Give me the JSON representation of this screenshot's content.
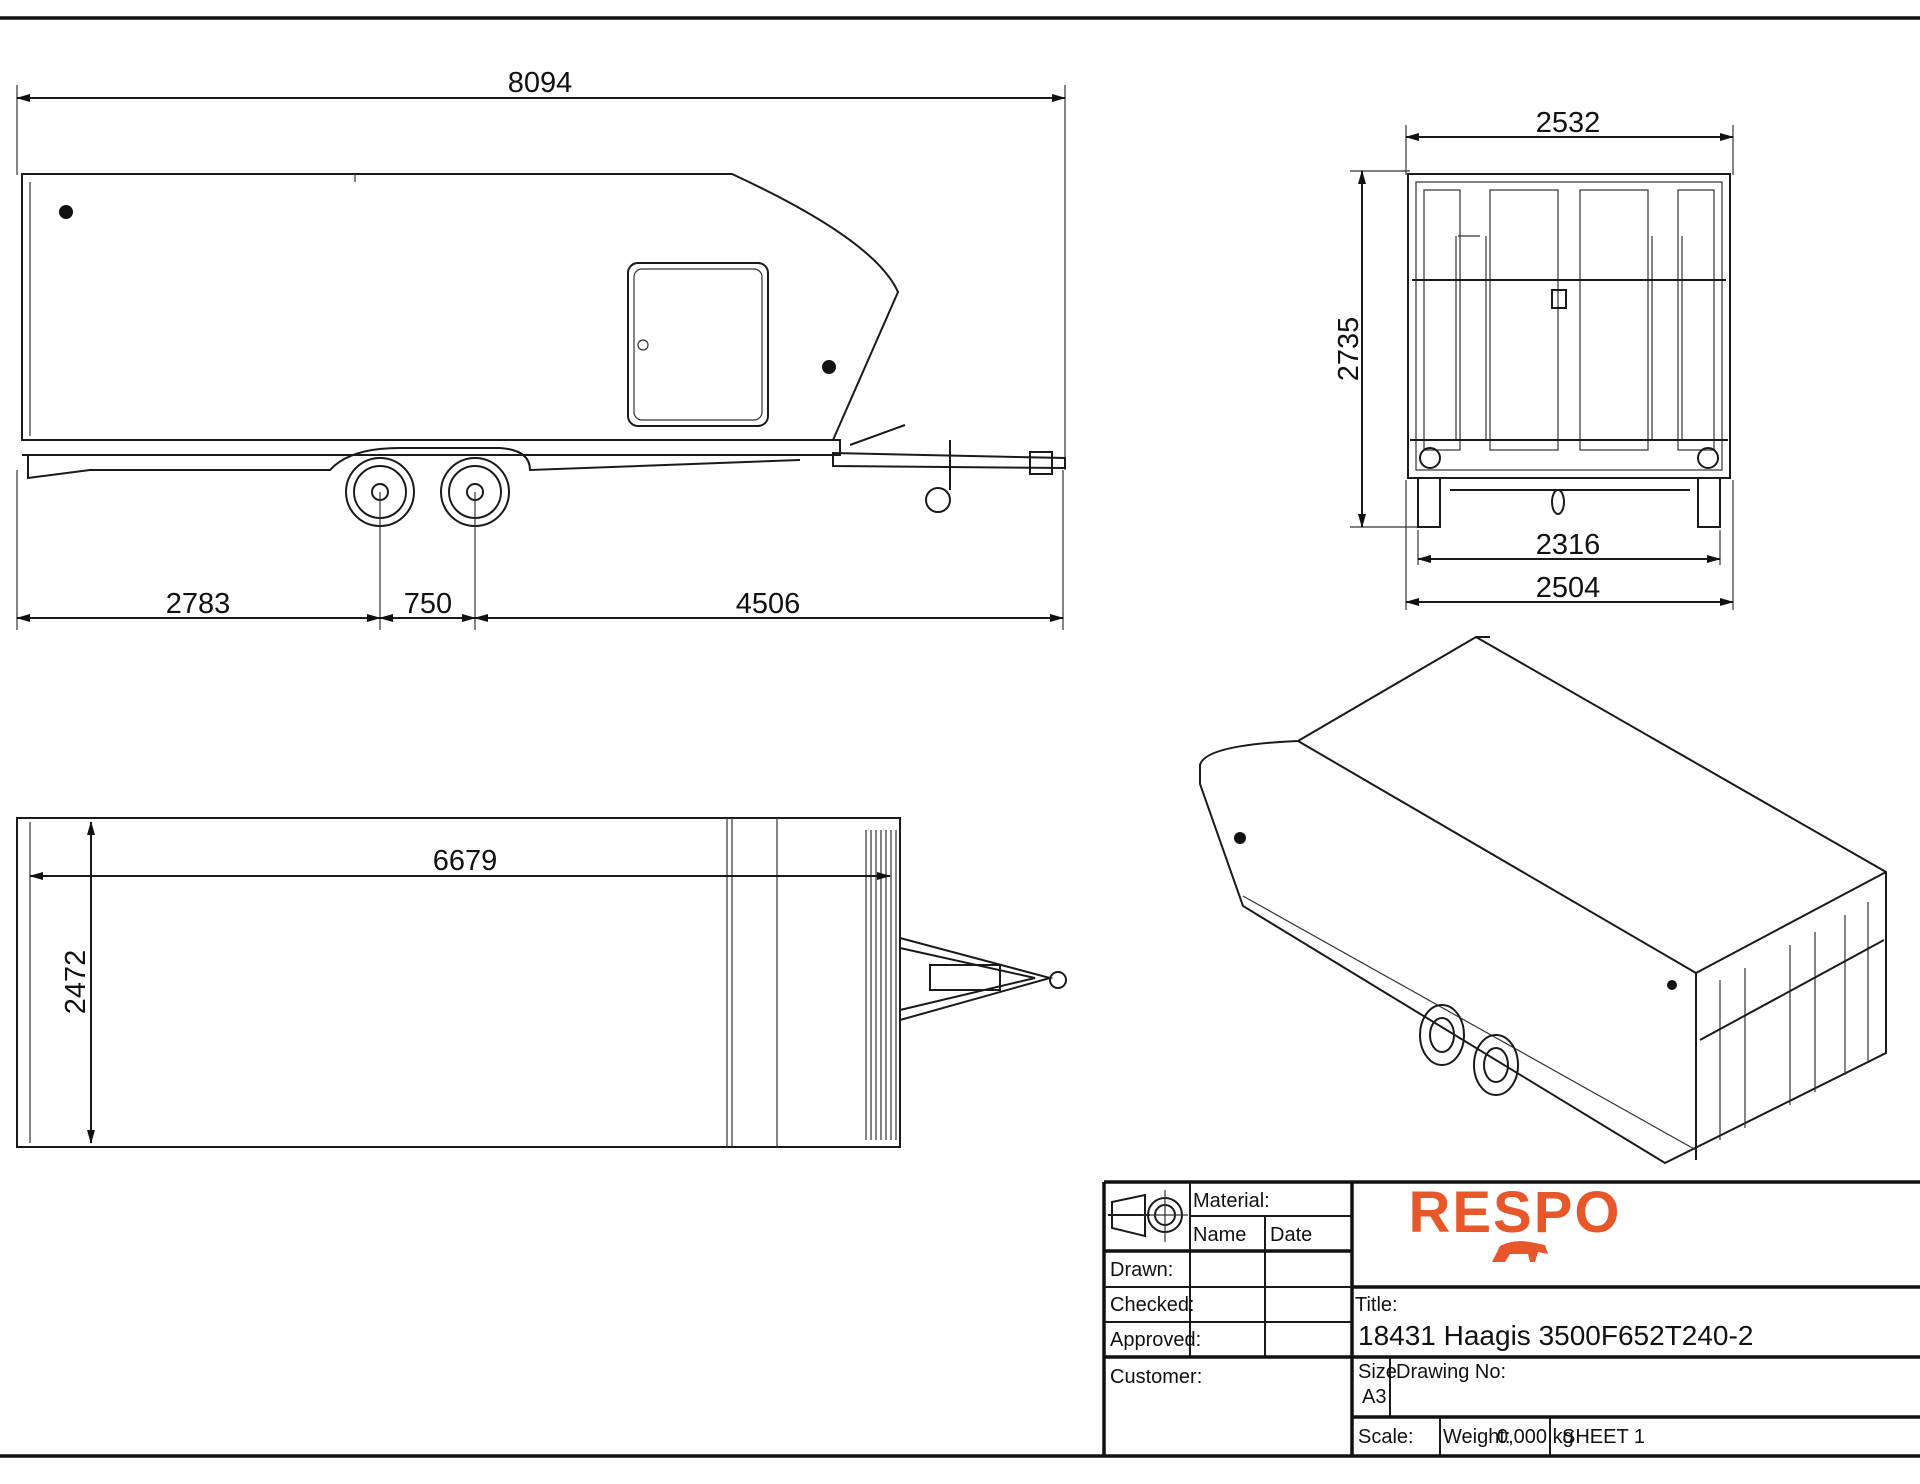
{
  "dimensions": {
    "side_overall_length": "8094",
    "side_rear_to_axle": "2783",
    "side_axle_spacing": "750",
    "side_axle_to_coupling": "4506",
    "front_overall_width": "2532",
    "front_height": "2735",
    "front_track": "2316",
    "front_width_base": "2504",
    "top_body_length": "6679",
    "top_body_width": "2472"
  },
  "title_block": {
    "material_label": "Material:",
    "name_label": "Name",
    "date_label": "Date",
    "drawn_label": "Drawn:",
    "checked_label": "Checked:",
    "approved_label": "Approved:",
    "customer_label": "Customer:",
    "title_label": "Title:",
    "title_value": "18431 Haagis 3500F652T240-2",
    "size_label": "Size",
    "size_value": "A3",
    "drawing_no_label": "Drawing No:",
    "scale_label": "Scale:",
    "weight_label": "Weight:",
    "weight_value": "0,000 kg",
    "sheet_label": "SHEET 1",
    "logo_text": "RESPO",
    "logo_color": "#e8572a"
  }
}
